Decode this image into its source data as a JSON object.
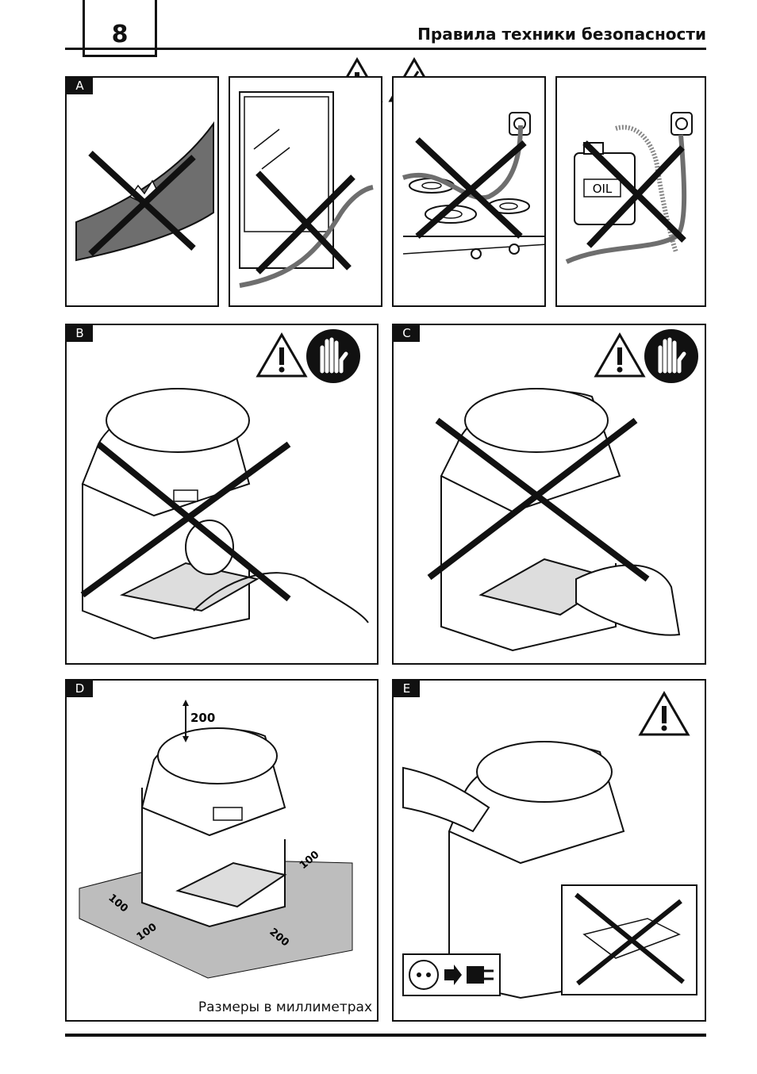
{
  "header": {
    "page_number": "8",
    "title": "Правила техники безопасности"
  },
  "panels": {
    "a": {
      "label": "A",
      "oil_text": "OIL"
    },
    "b": {
      "label": "B"
    },
    "c": {
      "label": "C"
    },
    "d": {
      "label": "D",
      "dim_top": "200",
      "dim_left": "100",
      "dim_front_left": "100",
      "dim_right": "100",
      "dim_front_right": "200",
      "caption": "Размеры в миллиметрах"
    },
    "e": {
      "label": "E"
    }
  },
  "icons": [
    "warning-triangle-icon",
    "electric-hazard-icon",
    "stop-hand-icon",
    "prohibited-cross-icon",
    "power-plug-icon"
  ]
}
